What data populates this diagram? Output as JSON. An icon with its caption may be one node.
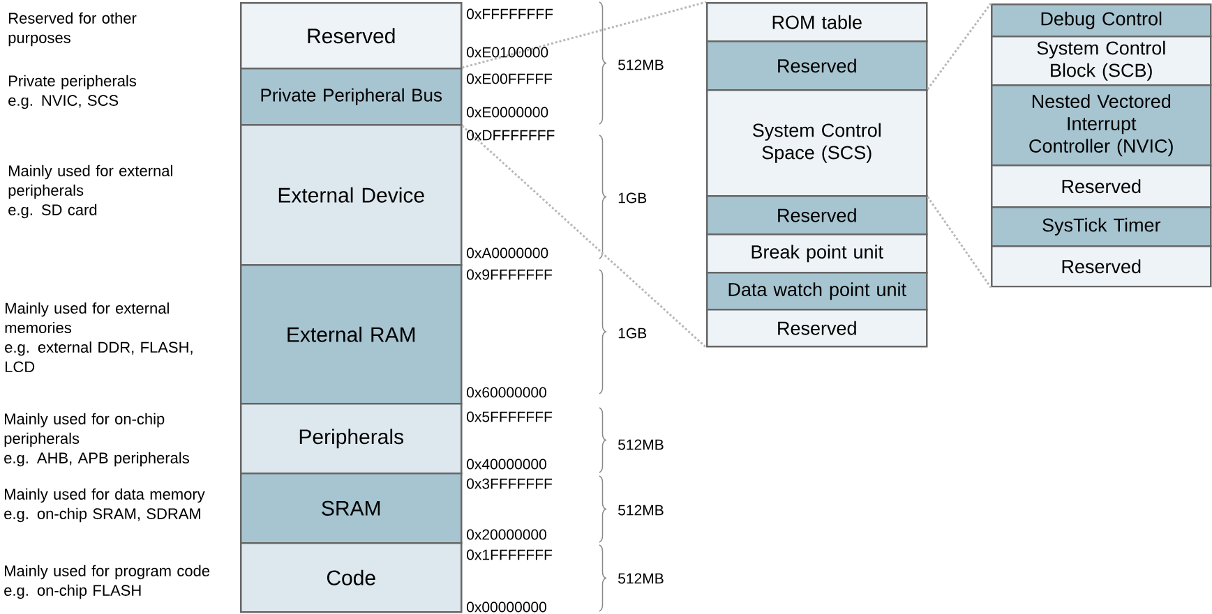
{
  "diagram": {
    "nodes": [
      {
        "text": [
          "Reserved"
        ]
      },
      {
        "text": [
          "Private Peripheral Bus"
        ],
        "beside": [
          "Private peripherals",
          "e.g. NVIC, SCS"
        ]
      },
      {
        "text": [
          "External Device"
        ],
        "beside": [
          "Mainly used for external peripherals",
          "e.g. SD card"
        ]
      },
      {
        "text": [
          "External RAM"
        ],
        "beside": [
          "Mainly used for external memories",
          "e.g. external DDR, FLASH, LCD"
        ]
      },
      {
        "text": [
          "Peripherals"
        ],
        "beside": [
          "Mainly used for on-chip peripherals",
          "e.g. AHB, APB peripherals"
        ]
      },
      {
        "text": [
          "SRAM"
        ],
        "beside": [
          "Mainly used for data memory",
          "e.g. on-chip SRAM, SDRAM"
        ]
      },
      {
        "text": [
          "Code"
        ],
        "beside": [
          "Mainly used for program code",
          "e.g. on-chip FLASH"
        ]
      },
      {
        "text": [
          "ROM table"
        ]
      },
      {
        "text": [
          "Reserved"
        ]
      },
      {
        "text": [
          "System Control Space (SCS)"
        ]
      },
      {
        "text": [
          "Reserved"
        ]
      },
      {
        "text": [
          "Break point unit"
        ]
      },
      {
        "text": [
          "Data watch point unit"
        ]
      },
      {
        "text": [
          "Reserved"
        ]
      },
      {
        "text": [
          "Debug Control"
        ]
      },
      {
        "text": [
          "System Control Block (SCB)"
        ]
      },
      {
        "text": [
          "Nested Vectored Interrupt Controller (NVIC)"
        ]
      },
      {
        "text": [
          "Reserved"
        ]
      },
      {
        "text": [
          "SysTick Timer"
        ]
      },
      {
        "text": [
          "Reserved"
        ]
      }
    ],
    "edges": [
      {
        "from": 1,
        "to": 7,
        "arrow": "none"
      },
      {
        "from": 1,
        "to": 13,
        "arrow": "none"
      },
      {
        "from": 9,
        "to": 14,
        "arrow": "none"
      },
      {
        "from": 9,
        "to": 19,
        "arrow": "none"
      }
    ],
    "labels": [
      "Reserved for other purposes",
      "0xFFFFFFFF",
      "0xE0100000",
      "512MB",
      "0xE00FFFFF",
      "0xE0000000",
      "0xDFFFFFFF",
      "1GB",
      "0xA0000000",
      "0x9FFFFFFF",
      "1GB",
      "0x60000000",
      "0x5FFFFFFF",
      "512MB",
      "0x40000000",
      "0x3FFFFFFF",
      "512MB",
      "0x20000000",
      "0x1FFFFFFF",
      "512MB",
      "0x00000000"
    ]
  }
}
